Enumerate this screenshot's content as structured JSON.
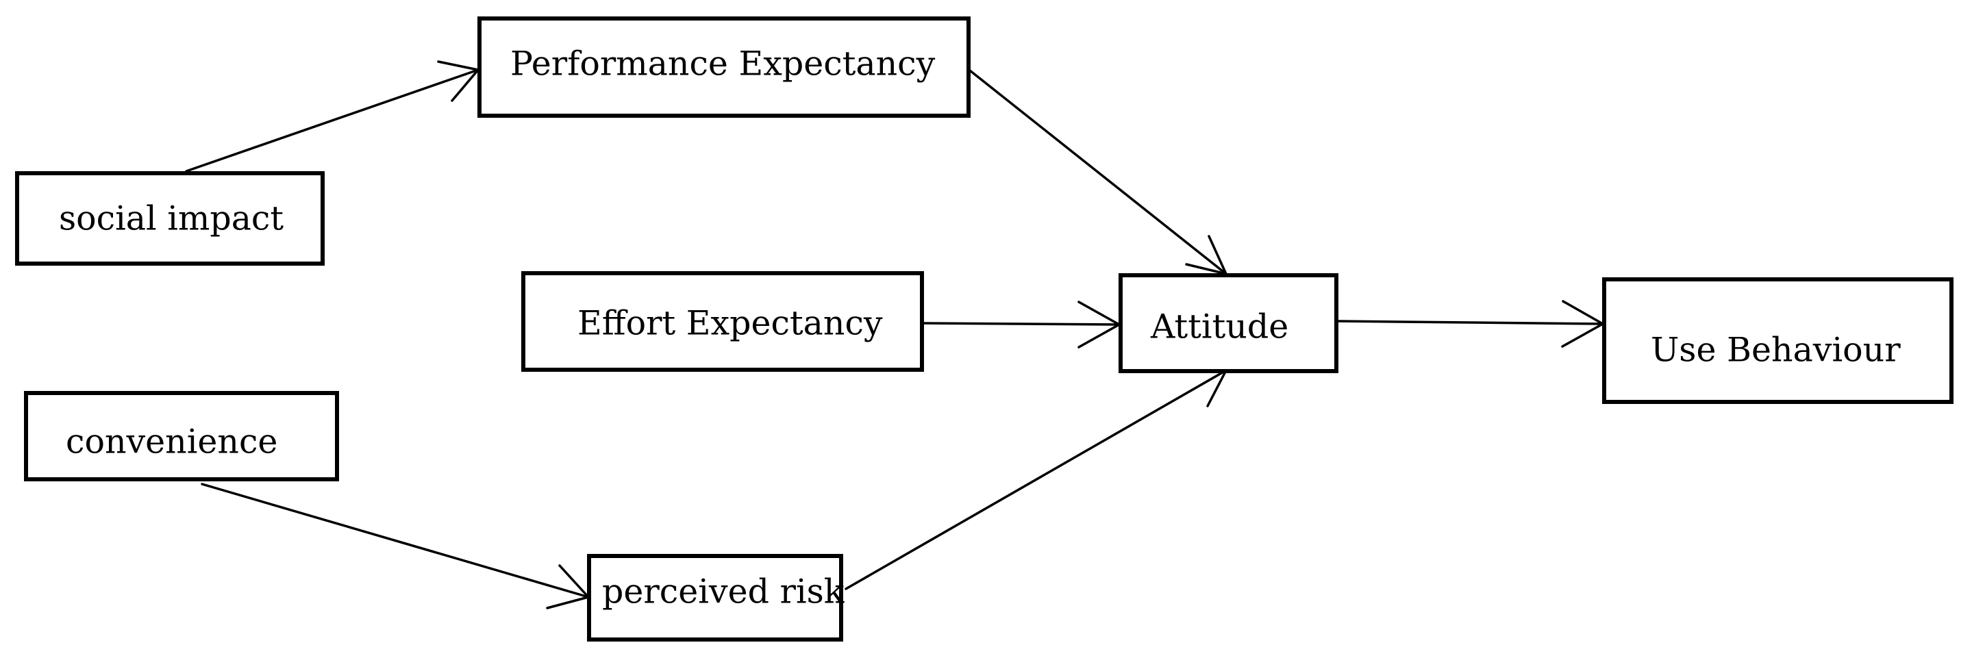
{
  "nodes": {
    "performance_expectancy": {
      "label": "Performance Expectancy"
    },
    "social_impact": {
      "label": "social impact"
    },
    "effort_expectancy": {
      "label": "Effort Expectancy"
    },
    "attitude": {
      "label": "Attitude"
    },
    "use_behaviour": {
      "label": "Use Behaviour"
    },
    "convenience": {
      "label": "convenience"
    },
    "perceived_risk": {
      "label": "perceived risk"
    }
  },
  "edges": [
    {
      "from": "social_impact",
      "to": "performance_expectancy"
    },
    {
      "from": "performance_expectancy",
      "to": "attitude"
    },
    {
      "from": "effort_expectancy",
      "to": "attitude"
    },
    {
      "from": "convenience",
      "to": "perceived_risk"
    },
    {
      "from": "perceived_risk",
      "to": "attitude"
    },
    {
      "from": "attitude",
      "to": "use_behaviour"
    }
  ],
  "colors": {
    "stroke": "#000000",
    "background": "#ffffff"
  }
}
